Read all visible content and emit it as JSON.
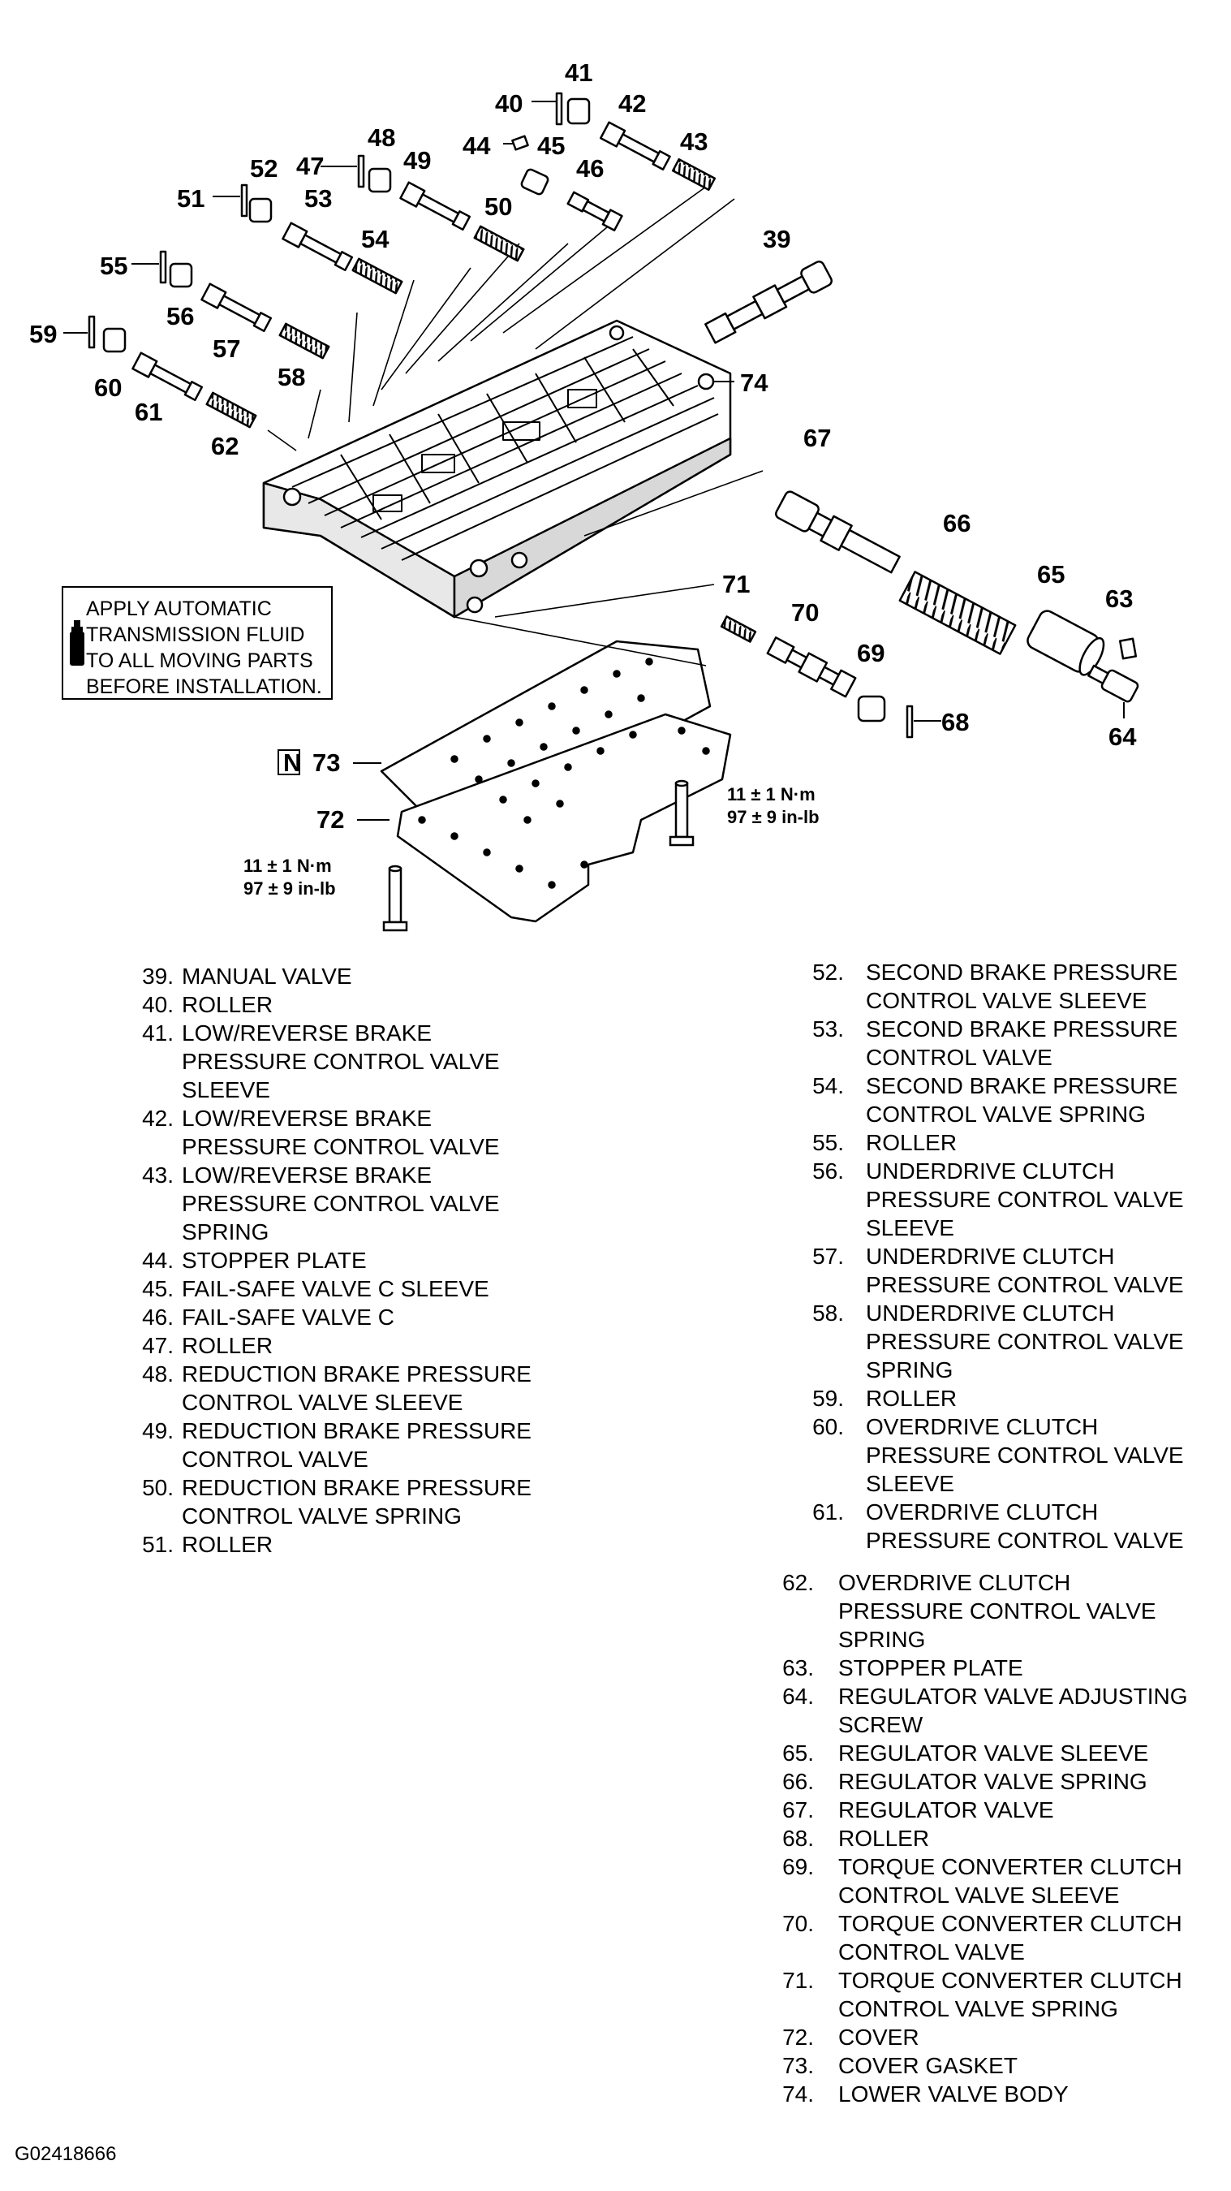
{
  "callouts": [
    "39",
    "40",
    "41",
    "42",
    "43",
    "44",
    "45",
    "46",
    "47",
    "48",
    "49",
    "50",
    "51",
    "52",
    "53",
    "54",
    "55",
    "56",
    "57",
    "58",
    "59",
    "60",
    "61",
    "62",
    "63",
    "64",
    "65",
    "66",
    "67",
    "68",
    "69",
    "70",
    "71",
    "72",
    "73",
    "74"
  ],
  "new_part_marker": "N",
  "torque_right": {
    "line1": "11 ± 1 N·m",
    "line2": "97 ± 9 in-lb"
  },
  "torque_left": {
    "line1": "11 ± 1 N·m",
    "line2": "97 ± 9 in-lb"
  },
  "note": {
    "text": "APPLY AUTOMATIC\nTRANSMISSION FLUID\nTO ALL MOVING PARTS\nBEFORE INSTALLATION."
  },
  "legend_left": [
    {
      "num": "39.",
      "text": "MANUAL VALVE"
    },
    {
      "num": "40.",
      "text": "ROLLER"
    },
    {
      "num": "41.",
      "text": "LOW/REVERSE BRAKE\nPRESSURE CONTROL VALVE\nSLEEVE"
    },
    {
      "num": "42.",
      "text": "LOW/REVERSE BRAKE\nPRESSURE CONTROL VALVE"
    },
    {
      "num": "43.",
      "text": "LOW/REVERSE BRAKE\nPRESSURE CONTROL VALVE\nSPRING"
    },
    {
      "num": "44.",
      "text": "STOPPER PLATE"
    },
    {
      "num": "45.",
      "text": "FAIL-SAFE VALVE C SLEEVE"
    },
    {
      "num": "46.",
      "text": "FAIL-SAFE VALVE C"
    },
    {
      "num": "47.",
      "text": "ROLLER"
    },
    {
      "num": "48.",
      "text": "REDUCTION BRAKE PRESSURE\nCONTROL VALVE SLEEVE"
    },
    {
      "num": "49.",
      "text": "REDUCTION BRAKE PRESSURE\nCONTROL VALVE"
    },
    {
      "num": "50.",
      "text": "REDUCTION BRAKE PRESSURE\nCONTROL VALVE SPRING"
    },
    {
      "num": "51.",
      "text": "ROLLER"
    }
  ],
  "legend_right_a": [
    {
      "num": "52.",
      "text": "SECOND BRAKE PRESSURE\nCONTROL VALVE SLEEVE"
    },
    {
      "num": "53.",
      "text": "SECOND BRAKE PRESSURE\nCONTROL VALVE"
    },
    {
      "num": "54.",
      "text": "SECOND BRAKE PRESSURE\nCONTROL VALVE SPRING"
    },
    {
      "num": "55.",
      "text": "ROLLER"
    },
    {
      "num": "56.",
      "text": "UNDERDRIVE CLUTCH\nPRESSURE CONTROL VALVE\nSLEEVE"
    },
    {
      "num": "57.",
      "text": "UNDERDRIVE CLUTCH\nPRESSURE CONTROL VALVE"
    },
    {
      "num": "58.",
      "text": "UNDERDRIVE CLUTCH\nPRESSURE CONTROL VALVE\nSPRING"
    },
    {
      "num": "59.",
      "text": "ROLLER"
    },
    {
      "num": "60.",
      "text": "OVERDRIVE CLUTCH\nPRESSURE CONTROL VALVE\nSLEEVE"
    },
    {
      "num": "61.",
      "text": "OVERDRIVE CLUTCH\nPRESSURE CONTROL VALVE"
    }
  ],
  "legend_right_b": [
    {
      "num": "62.",
      "text": "OVERDRIVE CLUTCH\nPRESSURE CONTROL VALVE\nSPRING"
    },
    {
      "num": "63.",
      "text": "STOPPER PLATE"
    },
    {
      "num": "64.",
      "text": "REGULATOR VALVE ADJUSTING\nSCREW"
    },
    {
      "num": "65.",
      "text": "REGULATOR VALVE SLEEVE"
    },
    {
      "num": "66.",
      "text": "REGULATOR VALVE SPRING"
    },
    {
      "num": "67.",
      "text": "REGULATOR VALVE"
    },
    {
      "num": "68.",
      "text": "ROLLER"
    },
    {
      "num": "69.",
      "text": "TORQUE CONVERTER CLUTCH\nCONTROL VALVE SLEEVE"
    },
    {
      "num": "70.",
      "text": "TORQUE CONVERTER CLUTCH\nCONTROL VALVE"
    },
    {
      "num": "71.",
      "text": "TORQUE CONVERTER CLUTCH\nCONTROL VALVE SPRING"
    },
    {
      "num": "72.",
      "text": "COVER"
    },
    {
      "num": "73.",
      "text": "COVER GASKET"
    },
    {
      "num": "74.",
      "text": "LOWER VALVE BODY"
    }
  ],
  "figure_id": "G02418666"
}
